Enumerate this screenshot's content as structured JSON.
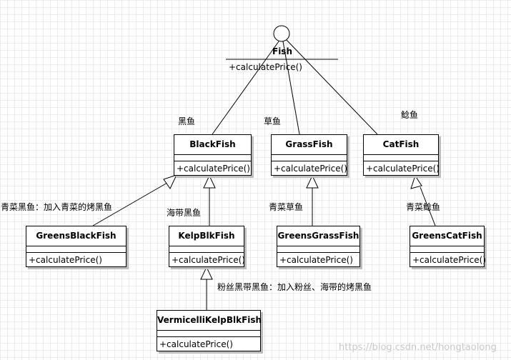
{
  "interface": {
    "name": "Fish",
    "operation": "+calculatePrice()"
  },
  "classes": {
    "black": {
      "name": "BlackFish",
      "operation": "+calculatePrice()"
    },
    "grass": {
      "name": "GrassFish",
      "operation": "+calculatePrice()"
    },
    "cat": {
      "name": "CatFish",
      "operation": "+calculatePrice()"
    },
    "greensBlack": {
      "name": "GreensBlackFish",
      "operation": "+calculatePrice()"
    },
    "kelp": {
      "name": "KelpBlkFish",
      "operation": "+calculatePrice()"
    },
    "greensGrass": {
      "name": "GreensGrassFish",
      "operation": "+calculatePrice()"
    },
    "greensCat": {
      "name": "GreensCatFish",
      "operation": "+calculatePrice()"
    },
    "vermicelli": {
      "name": "VermicelliKelpBlkFish",
      "operation": "+calculatePrice()"
    }
  },
  "labels": {
    "black": "黑鱼",
    "grass": "草鱼",
    "cat": "鲶鱼",
    "greensBlack": "青菜黑鱼：加入青菜的烤黑鱼",
    "kelp": "海带黑鱼",
    "greensGrass": "青菜草鱼",
    "greensCat": "青菜鲶鱼",
    "vermicelli": "粉丝黑带黑鱼：加入粉丝、海带的烤黑鱼"
  },
  "watermark": "https://blog.csdn.net/hongtaolong"
}
